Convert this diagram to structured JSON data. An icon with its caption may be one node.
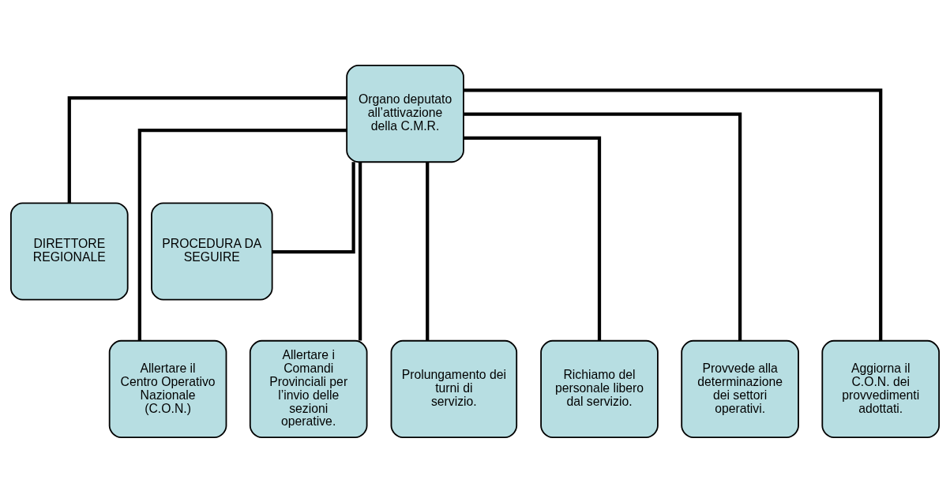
{
  "diagram": {
    "nodes": [
      {
        "text": [
          "Organo deputato all’attivazione della C.M.R."
        ]
      },
      {
        "text": [
          "DIRETTORE REGIONALE"
        ]
      },
      {
        "text": [
          "PROCEDURA DA SEGUIRE"
        ]
      },
      {
        "text": [
          "Allertare il Centro Operativo Nazionale (C.O.N.)"
        ]
      },
      {
        "text": [
          "Allertare i Comandi Provinciali per l’invio delle sezioni operative."
        ]
      },
      {
        "text": [
          "Prolungamento dei turni di servizio."
        ]
      },
      {
        "text": [
          "Richiamo del personale libero dal servizio."
        ]
      },
      {
        "text": [
          "Provvede alla determinazione dei settori operativi."
        ]
      },
      {
        "text": [
          "Aggiorna il C.O.N. dei provvedimenti adottati."
        ]
      }
    ],
    "edges": [
      {
        "from": 0,
        "to": 1,
        "arrow": "none"
      },
      {
        "from": 0,
        "to": 2,
        "arrow": "none"
      },
      {
        "from": 0,
        "to": 3,
        "arrow": "none"
      },
      {
        "from": 0,
        "to": 4,
        "arrow": "none"
      },
      {
        "from": 0,
        "to": 5,
        "arrow": "none"
      },
      {
        "from": 0,
        "to": 6,
        "arrow": "none"
      },
      {
        "from": 0,
        "to": 7,
        "arrow": "none"
      },
      {
        "from": 0,
        "to": 8,
        "arrow": "none"
      }
    ]
  }
}
